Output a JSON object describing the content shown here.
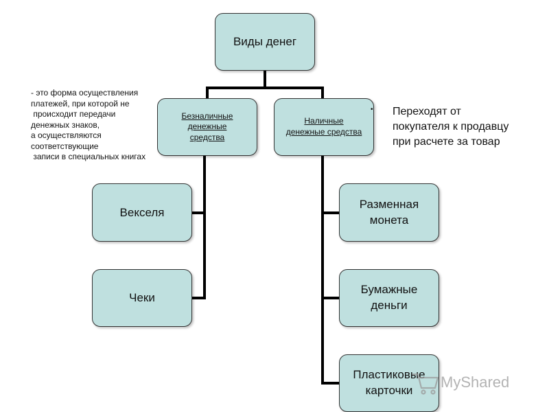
{
  "diagram": {
    "root": "Виды денег",
    "cashless": "Безналичные\nденежные\nсредства",
    "cash": "Наличные\nденежные средства",
    "cashless_children": [
      "Векселя",
      "Чеки"
    ],
    "cash_children": [
      "Разменная\nмонета",
      "Бумажные\nденьги",
      "Пластиковые\nкарточки"
    ]
  },
  "notes": {
    "cashless_definition": [
      "- это форма осуществления",
      "платежей, при которой не",
      " происходит передачи",
      "денежных знаков,",
      "а осуществляются",
      "соответствующие",
      " записи в специальных книгах"
    ],
    "cash_bullet": "•",
    "cash_definition": [
      "Переходят от",
      "покупателя к продавцу",
      "при расчете за товар"
    ]
  },
  "watermark": {
    "text": "MyShared"
  },
  "colors": {
    "node_fill": "#bfe0df",
    "node_border": "#333333",
    "connector": "#000000",
    "watermark": "#9a9a9a"
  }
}
